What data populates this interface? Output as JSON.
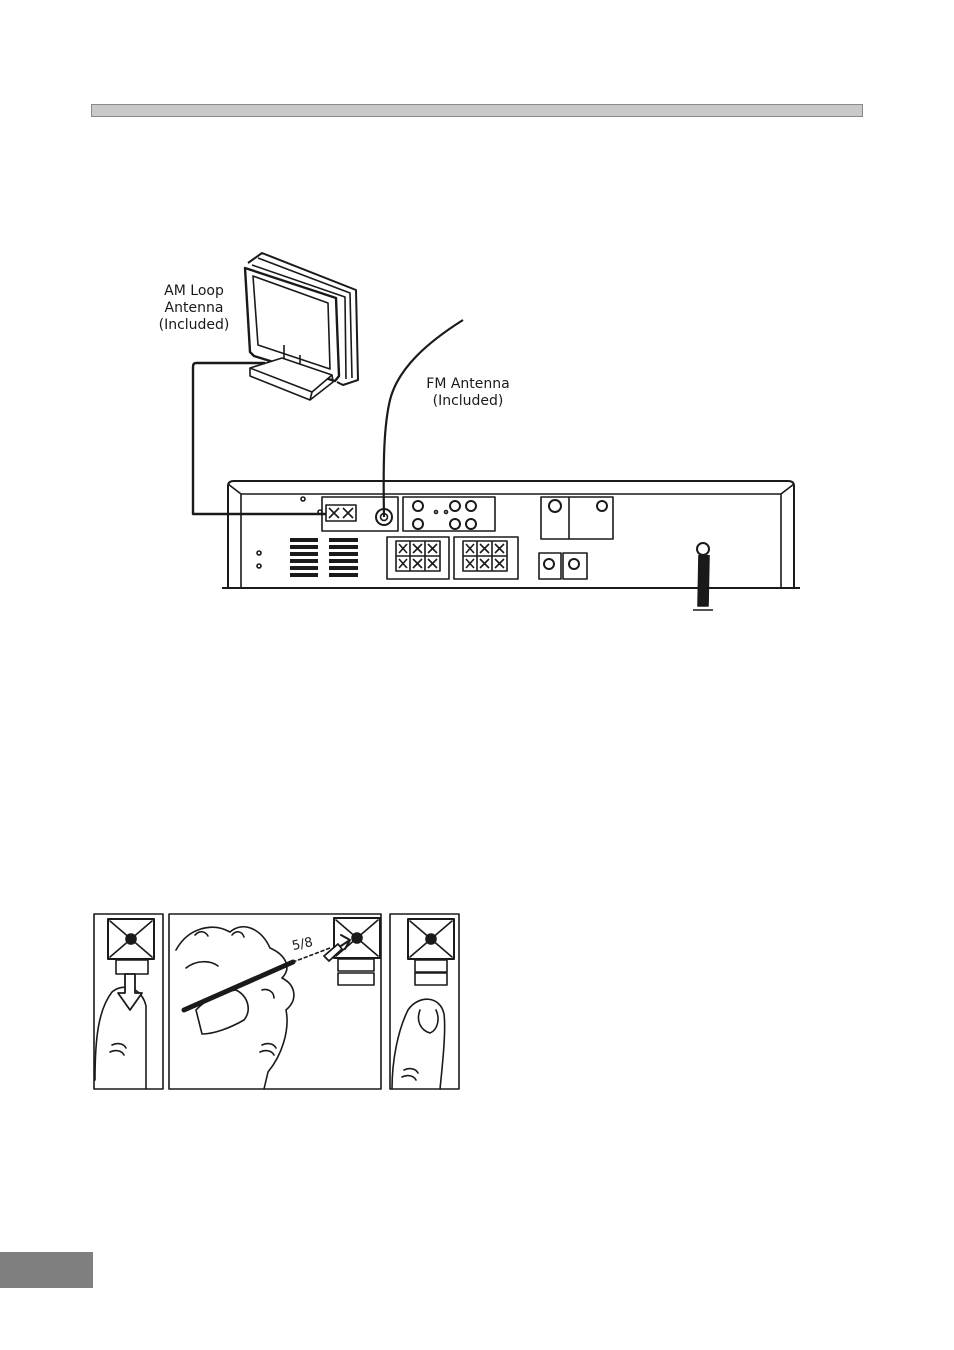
{
  "labels": {
    "am_antenna": [
      "AM Loop",
      "Antenna",
      "(Included)"
    ],
    "fm_antenna": [
      "FM Antenna",
      "(Included)"
    ],
    "strip_length": "5/8"
  },
  "colors": {
    "header_bar": "#c9c9c9",
    "page_tab": "#7f7f7f",
    "line": "#1a1a1a"
  }
}
